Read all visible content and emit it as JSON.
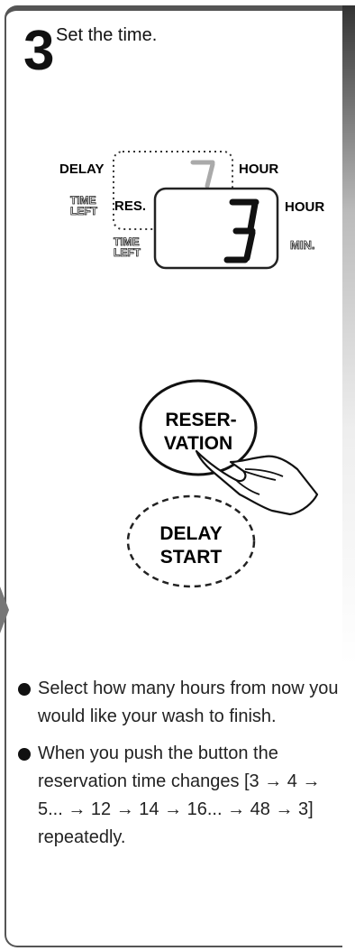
{
  "step": {
    "number": "3",
    "title": "Set the time."
  },
  "display": {
    "back_unit_left": "DELAY",
    "back_unit_right": "HOUR",
    "time_left_label_1": "TIME\nLEFT",
    "res_label": "RES.",
    "time_left_label_2": "TIME\nLEFT",
    "front_digit": "3",
    "front_unit_top": "HOUR",
    "front_unit_bottom": "MIN."
  },
  "buttons": {
    "reservation_line1": "RESER-",
    "reservation_line2": "VATION",
    "delay_line1": "DELAY",
    "delay_line2": "START"
  },
  "notes": [
    "Select how many hours from now you would like your wash to finish.",
    "When you push the button the reservation time changes [3 → 4 → 5... → 12 → 14 → 16... → 48 → 3] repeatedly."
  ]
}
